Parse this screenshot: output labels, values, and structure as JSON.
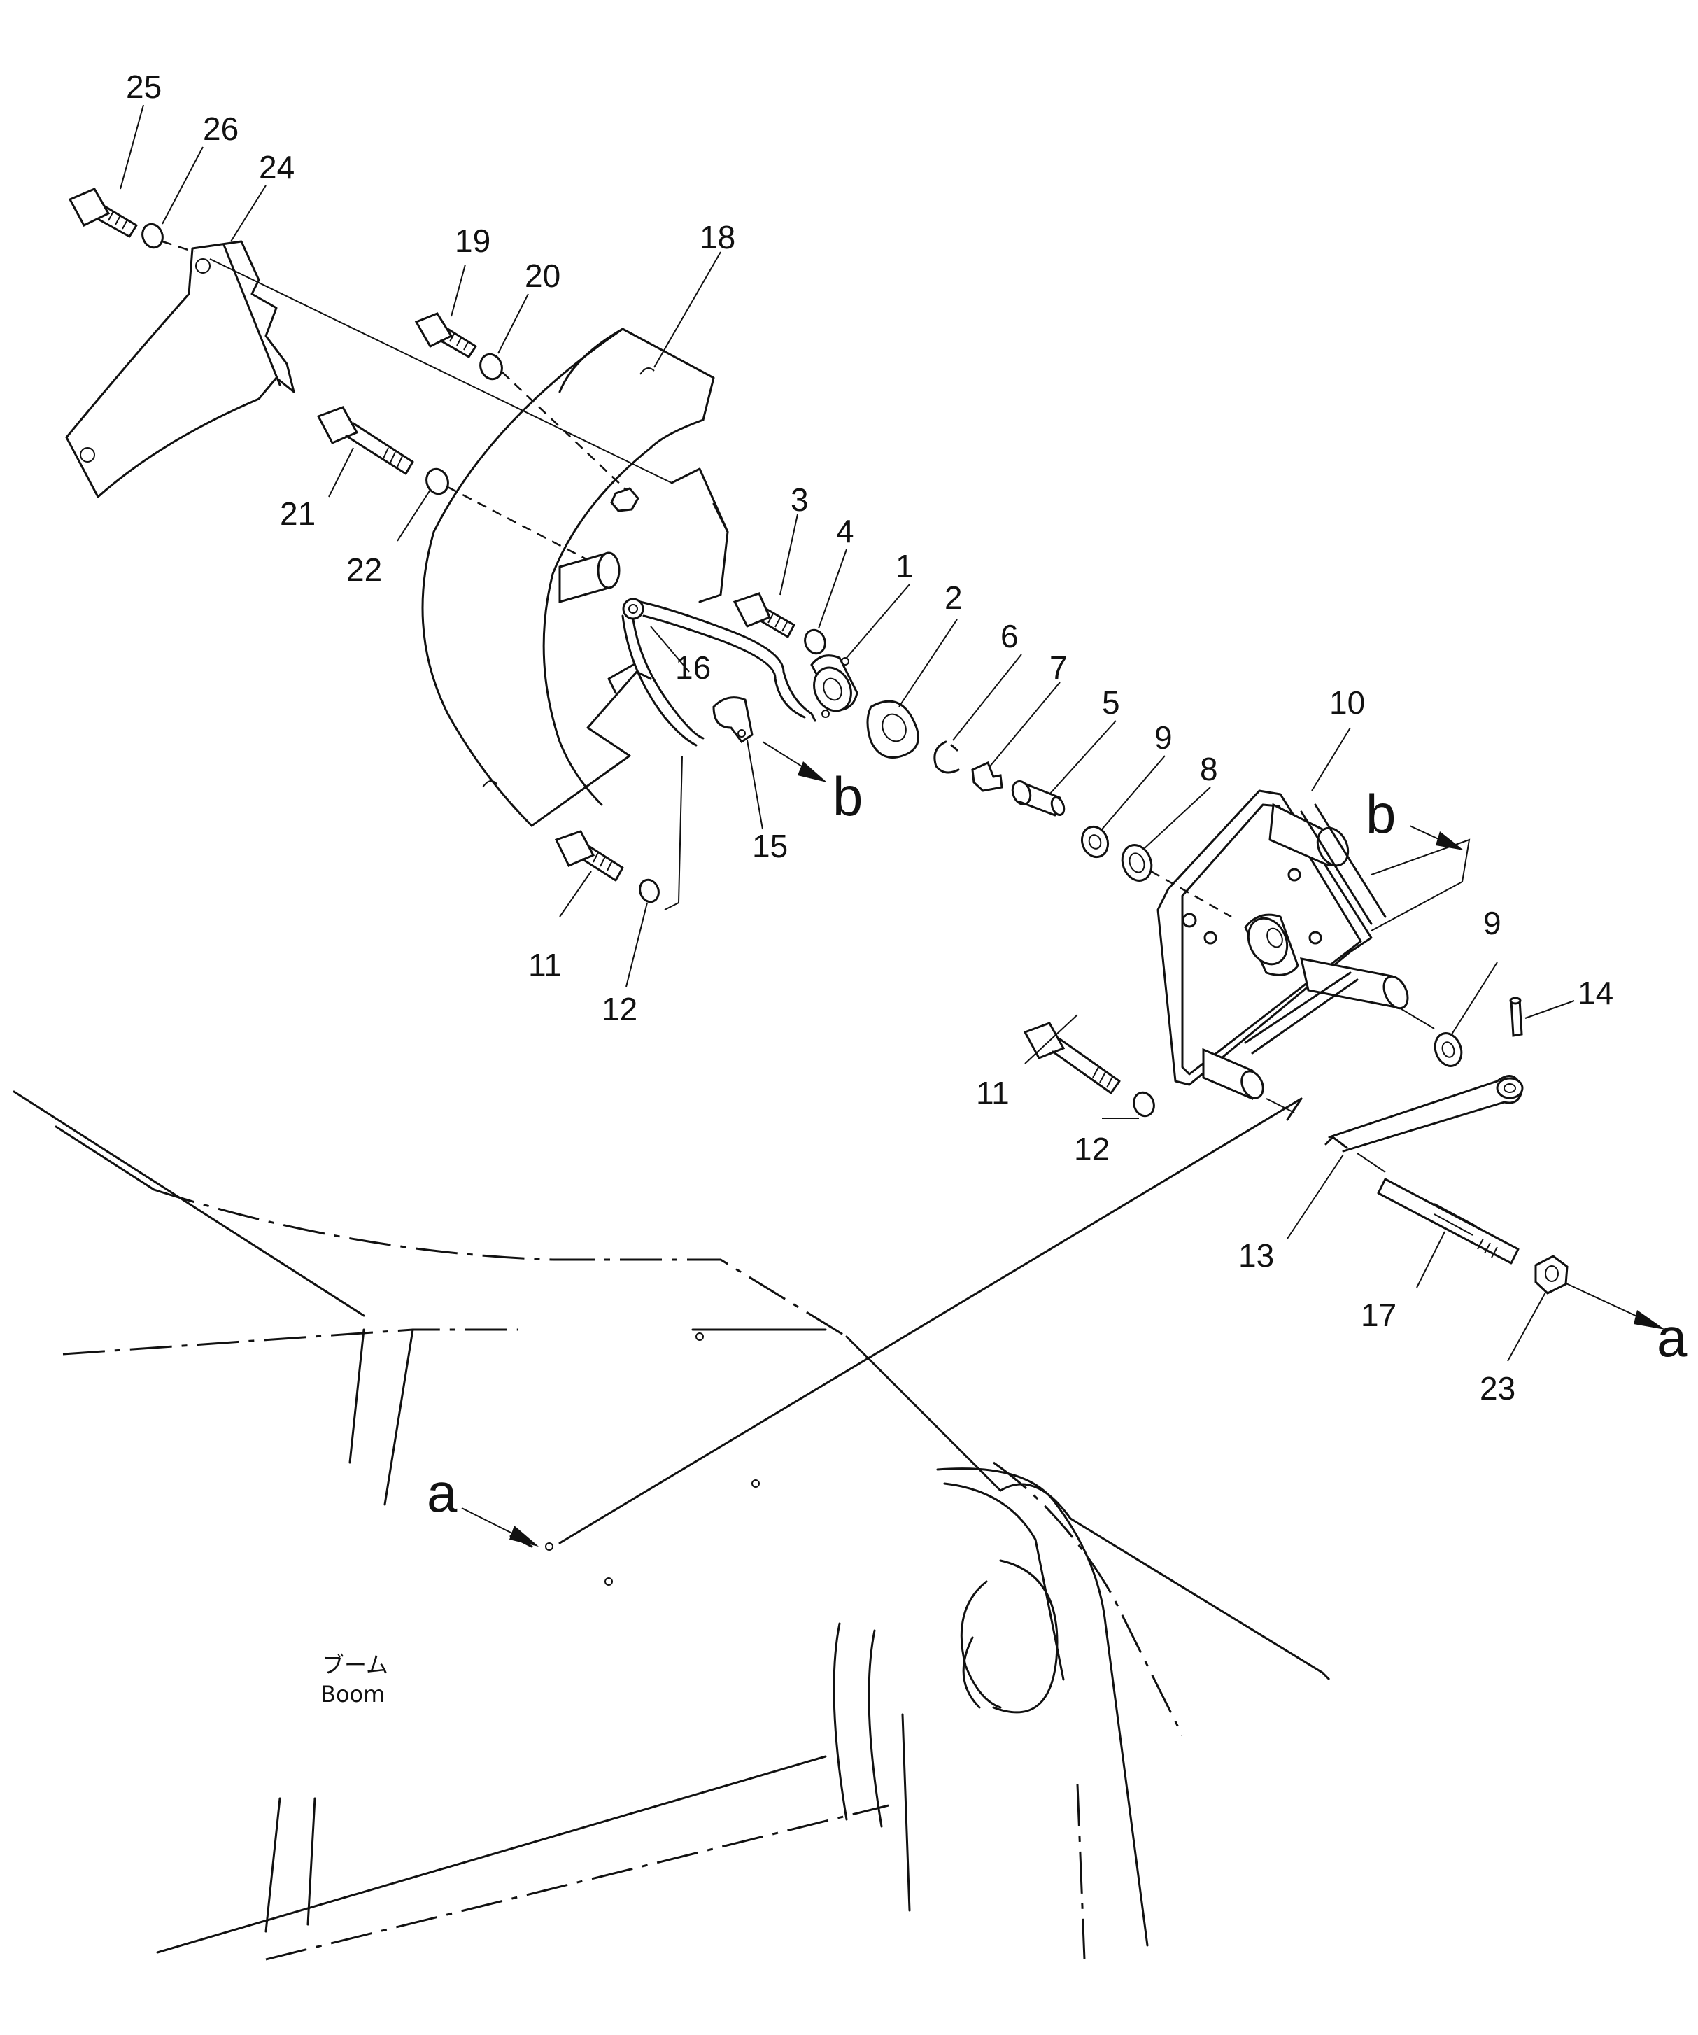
{
  "callouts": [
    {
      "id": "c1",
      "text": "1"
    },
    {
      "id": "c2",
      "text": "2"
    },
    {
      "id": "c3",
      "text": "3"
    },
    {
      "id": "c4",
      "text": "4"
    },
    {
      "id": "c5",
      "text": "5"
    },
    {
      "id": "c6",
      "text": "6"
    },
    {
      "id": "c7",
      "text": "7"
    },
    {
      "id": "c8",
      "text": "8"
    },
    {
      "id": "c9a",
      "text": "9"
    },
    {
      "id": "c9b",
      "text": "9"
    },
    {
      "id": "c10",
      "text": "10"
    },
    {
      "id": "c11a",
      "text": "11"
    },
    {
      "id": "c11b",
      "text": "11"
    },
    {
      "id": "c12a",
      "text": "12"
    },
    {
      "id": "c12b",
      "text": "12"
    },
    {
      "id": "c13",
      "text": "13"
    },
    {
      "id": "c14",
      "text": "14"
    },
    {
      "id": "c15",
      "text": "15"
    },
    {
      "id": "c16",
      "text": "16"
    },
    {
      "id": "c17",
      "text": "17"
    },
    {
      "id": "c18",
      "text": "18"
    },
    {
      "id": "c19",
      "text": "19"
    },
    {
      "id": "c20",
      "text": "20"
    },
    {
      "id": "c21",
      "text": "21"
    },
    {
      "id": "c22",
      "text": "22"
    },
    {
      "id": "c23",
      "text": "23"
    },
    {
      "id": "c24",
      "text": "24"
    },
    {
      "id": "c25",
      "text": "25"
    },
    {
      "id": "c26",
      "text": "26"
    }
  ],
  "refs": {
    "a_left": "a",
    "a_right": "a",
    "b_left": "b",
    "b_right": "b"
  },
  "boom_label": {
    "jp": "ブーム",
    "en": "Boom"
  }
}
